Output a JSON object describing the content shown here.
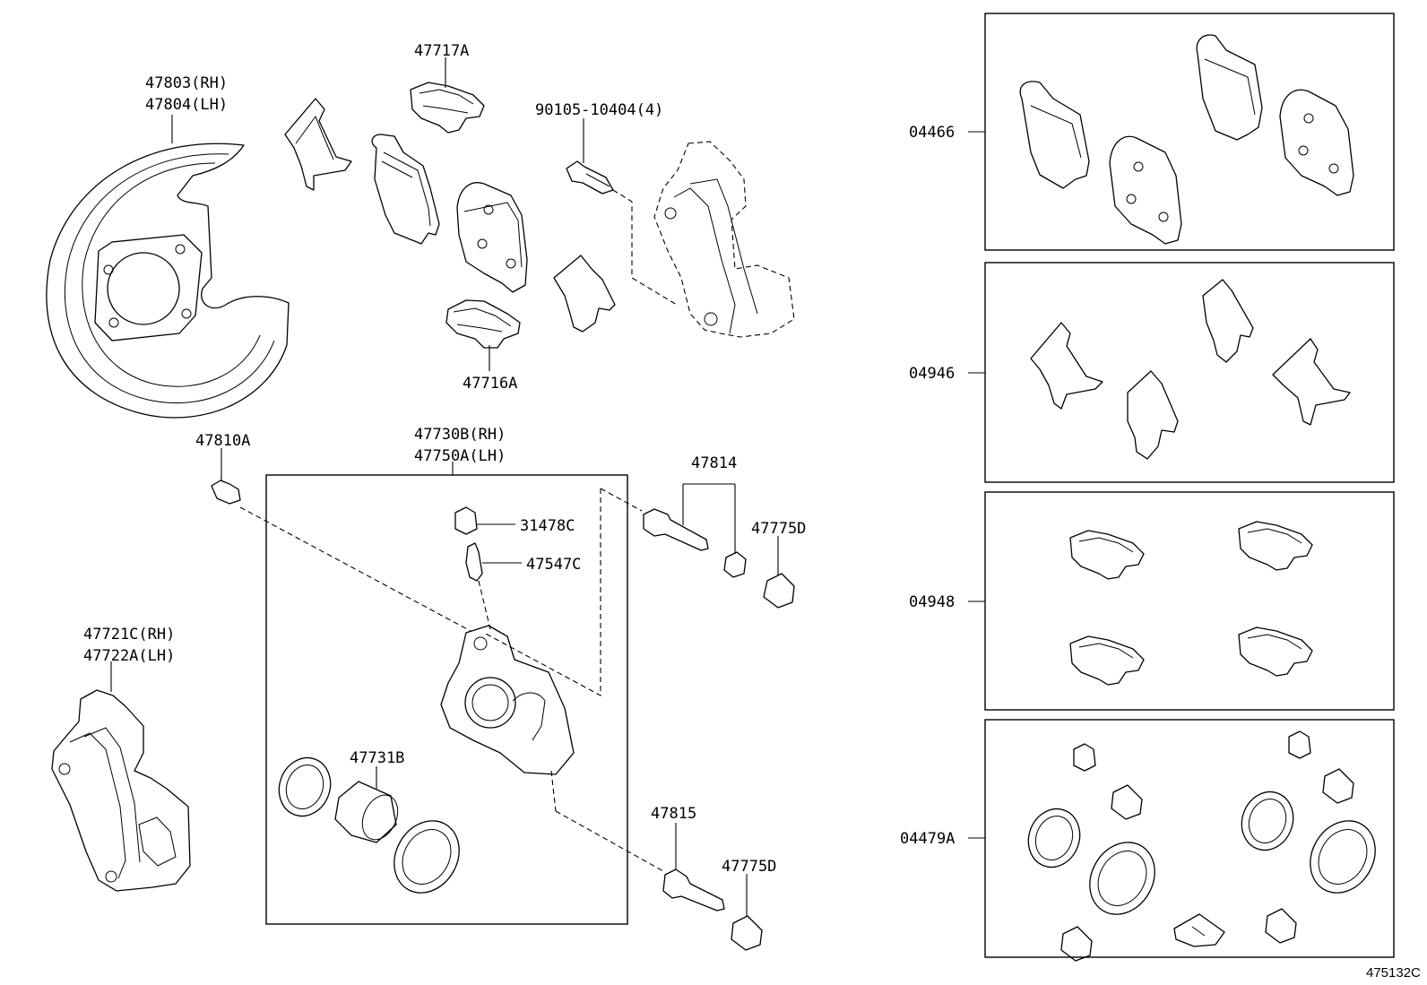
{
  "labels": {
    "backing_plate": {
      "rh": "47803(RH)",
      "lh": "47804(LH)"
    },
    "shim_upper": "47717A",
    "bolt": "90105-10404(4)",
    "shim_lower": "47716A",
    "bleeder_bolt": "47810A",
    "caliper": {
      "rh": "47730B(RH)",
      "lh": "47750A(LH)"
    },
    "cap": "31478C",
    "bleeder_plug": "47547C",
    "slide_pin_set": "47814",
    "boot_upper": "47775D",
    "mounting": {
      "rh": "47721C(RH)",
      "lh": "47722A(LH)"
    },
    "piston": "47731B",
    "slide_pin": "47815",
    "boot_lower": "47775D"
  },
  "kits": {
    "pad_kit": "04466",
    "anti_squeal_shim_kit": "04946",
    "fitting_kit": "04948",
    "cylinder_kit": "04479A"
  },
  "reference": "475132C",
  "colors": {
    "line": "#000000",
    "background": "#ffffff"
  }
}
